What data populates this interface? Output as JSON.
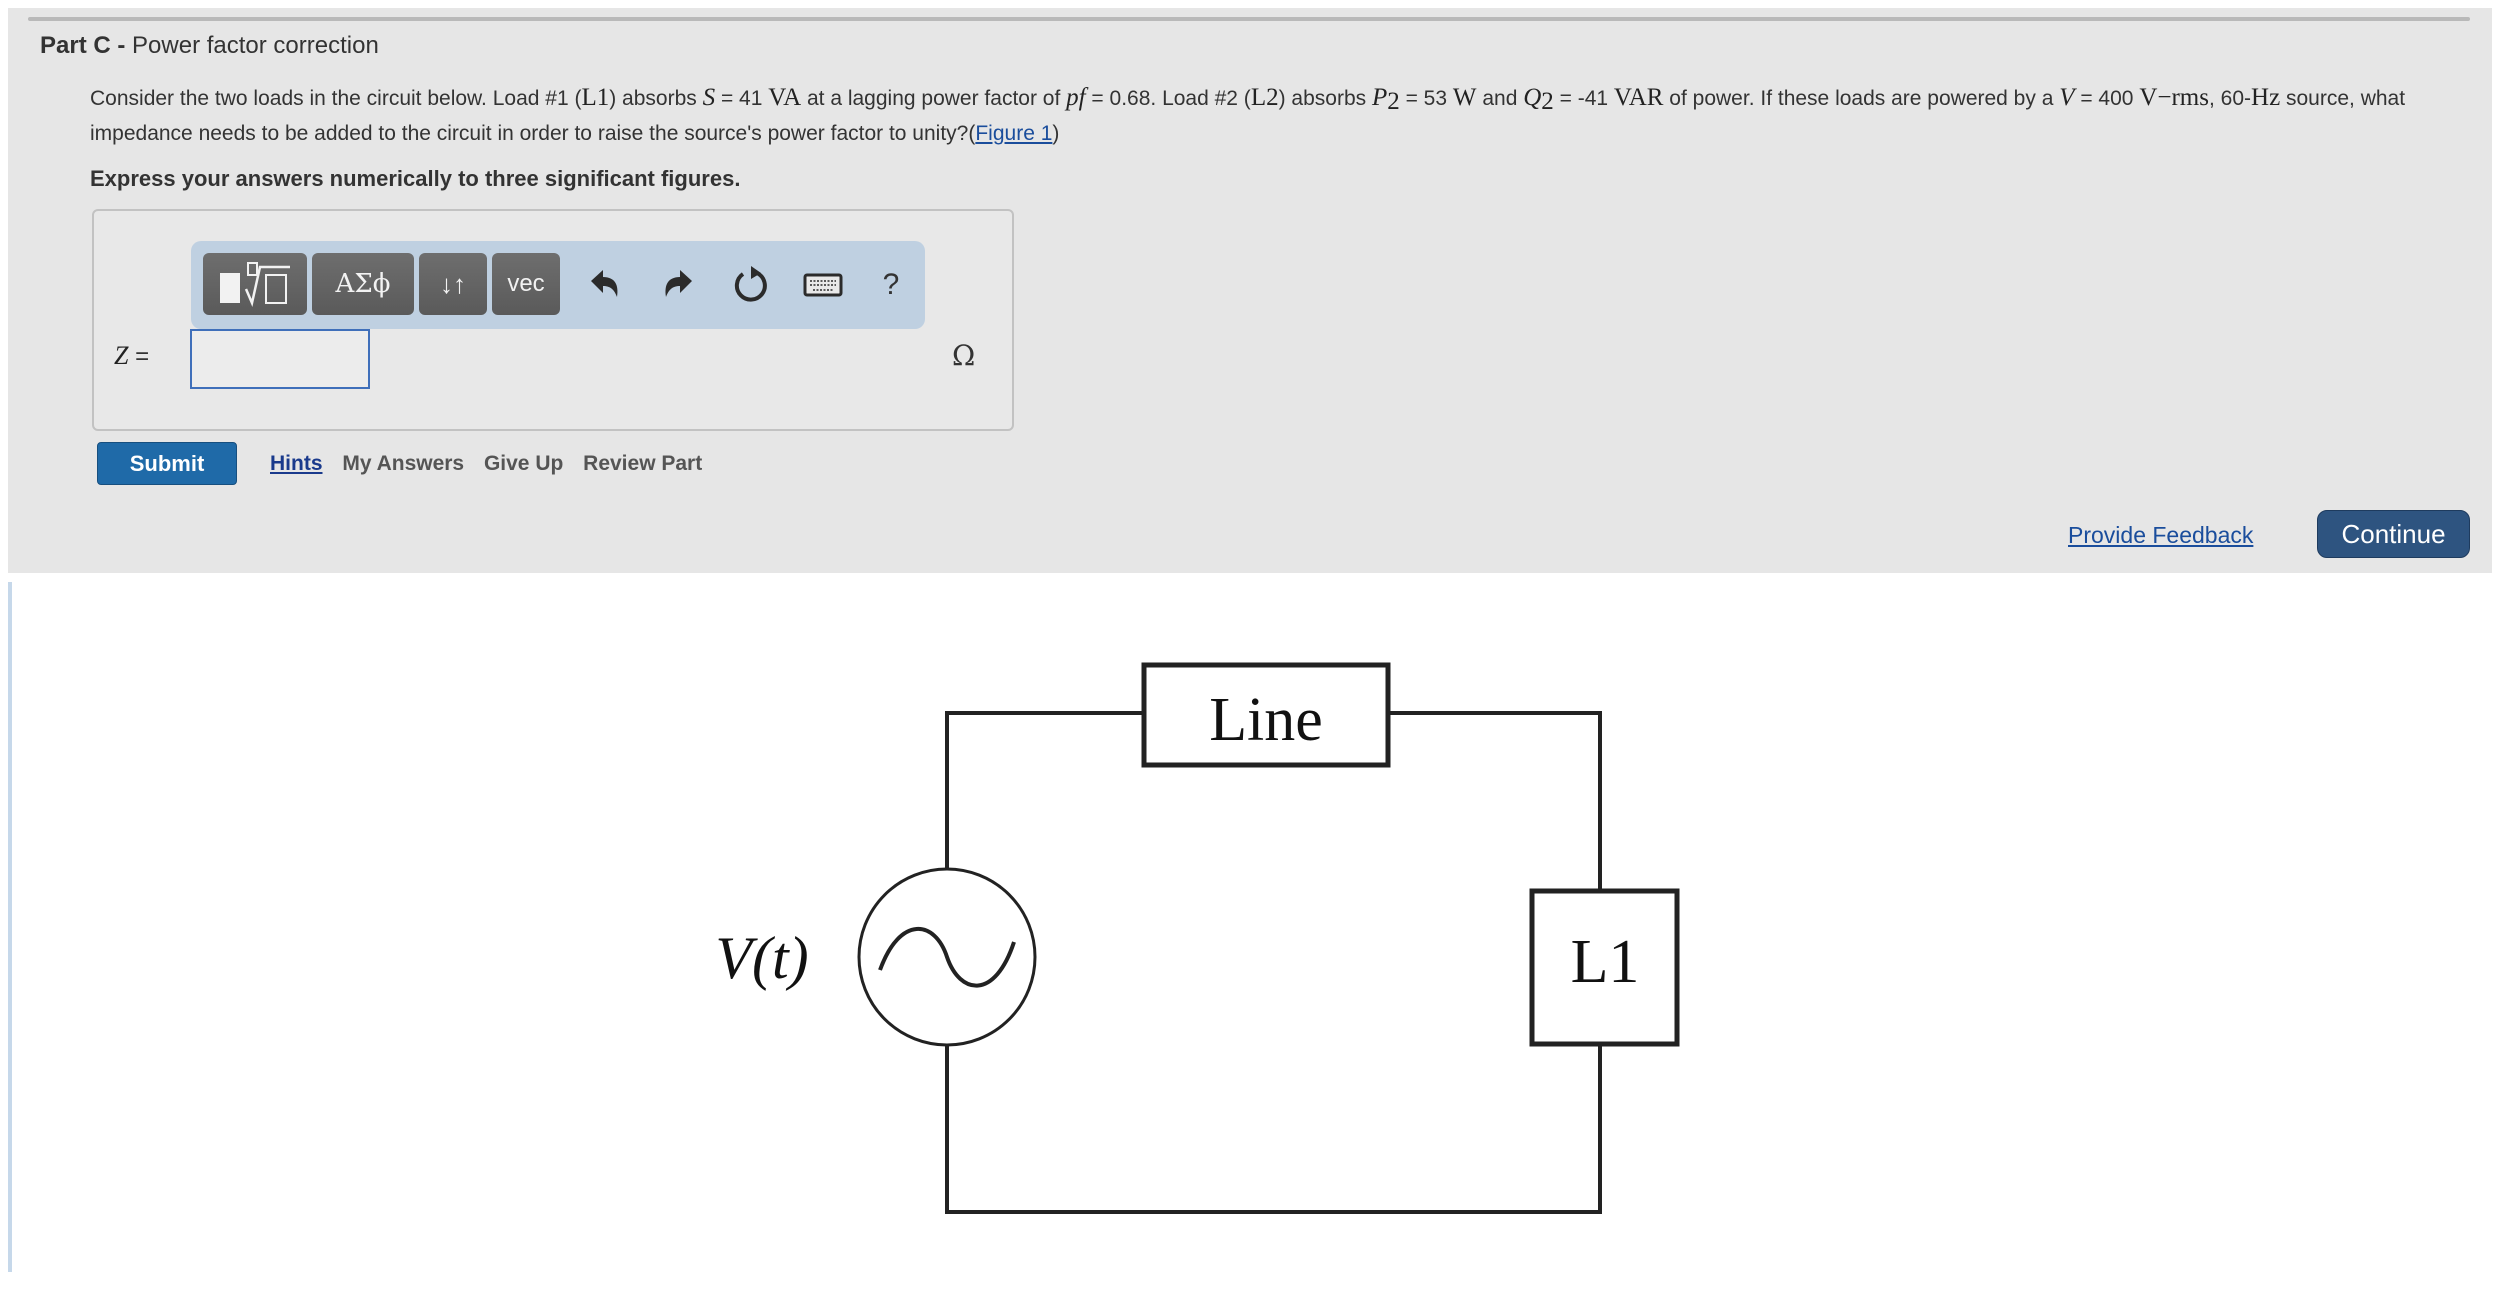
{
  "part": {
    "label": "Part C -",
    "title": "Power factor correction"
  },
  "question": {
    "t1": "Consider the two loads in the circuit below. Load #1 (",
    "L1": "L1",
    "t2": ") absorbs ",
    "S": "S",
    "t3": " = 41 ",
    "VA": "VA",
    "t4": " at a lagging power factor of ",
    "pf": "pf",
    "t5": " = 0.68. Load #2 (",
    "L2": "L2",
    "t6": ") absorbs ",
    "P": "P",
    "P_sub": "2",
    "t7": " = 53 ",
    "W": "W",
    "t8": " and ",
    "Q": "Q",
    "Q_sub": "2",
    "t9": " = -41 ",
    "VAR": "VAR",
    "t10": " of power. If these loads are powered by a ",
    "V": "V",
    "t11": " = 400 ",
    "Vunit": "V",
    "dash": "−",
    "rms": "rms",
    "t12": ", 60-",
    "Hz": "Hz",
    "t13": " source, what impedance needs to be added to the circuit in order to raise the source's power factor to unity?",
    "figure_link": "Figure 1",
    "paren_open": "(",
    "paren_close": ")"
  },
  "instruction": "Express your answers numerically to three significant figures.",
  "toolbar": {
    "buttons": [
      {
        "name": "templates-button",
        "icon": "square-root-template-icon"
      },
      {
        "name": "greek-symbols-button",
        "label": "ΑΣϕ"
      },
      {
        "name": "subscript-superscript-button",
        "label": "↓↑"
      },
      {
        "name": "vector-button",
        "label": "vec"
      }
    ],
    "icons": [
      "undo-icon",
      "redo-icon",
      "reset-icon",
      "keyboard-icon",
      "help-icon"
    ],
    "help_label": "?"
  },
  "answer": {
    "var": "Z",
    "eq": " =",
    "value": "",
    "unit": "Ω"
  },
  "actions": {
    "submit": "Submit",
    "hints": "Hints",
    "my_answers": "My Answers",
    "give_up": "Give Up",
    "review_part": "Review Part"
  },
  "footer": {
    "feedback": "Provide Feedback",
    "continue": "Continue"
  },
  "figure": {
    "line_label": "Line",
    "load_label": "L1",
    "source_label": "V(t)"
  }
}
